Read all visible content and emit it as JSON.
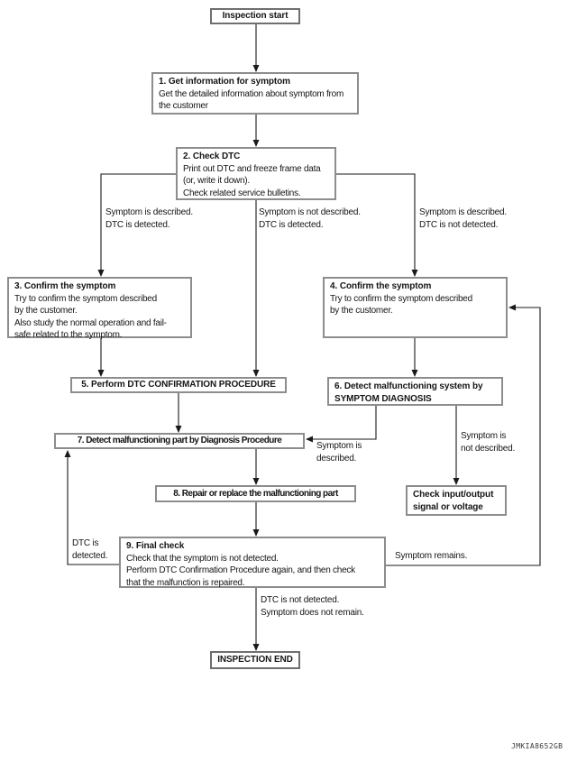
{
  "diagram": {
    "watermark": "JMKIA8652GB",
    "nodes": {
      "start": {
        "label": "Inspection start"
      },
      "step1": {
        "title": "1. Get information for symptom",
        "lines": [
          "Get the detailed information about symptom from",
          "the customer"
        ]
      },
      "step2": {
        "title": "2. Check DTC",
        "lines": [
          "Print out DTC and freeze frame data",
          "(or, write it down).",
          "Check related service bulletins."
        ]
      },
      "step3": {
        "title": "3. Confirm the symptom",
        "lines": [
          "Try to confirm the symptom described",
          "by the customer.",
          "Also study the normal operation and fail-",
          "safe related to the symptom."
        ]
      },
      "step4": {
        "title": "4. Confirm the symptom",
        "lines": [
          "Try to confirm the symptom described",
          "by the customer."
        ]
      },
      "step5": {
        "title": "5. Perform DTC CONFIRMATION PROCEDURE"
      },
      "step6": {
        "title_lines": [
          "6. Detect malfunctioning system by",
          "SYMPTOM DIAGNOSIS"
        ]
      },
      "step7": {
        "title": "7. Detect malfunctioning part by Diagnosis Procedure"
      },
      "step8": {
        "title": "8. Repair or replace the malfunctioning part"
      },
      "step9": {
        "title": "9. Final check",
        "lines": [
          "Check that the symptom is not detected.",
          "Perform DTC Confirmation Procedure again, and then check",
          "that the malfunction is repaired."
        ]
      },
      "check_io": {
        "title_lines": [
          "Check input/output",
          "signal or voltage"
        ]
      },
      "end": {
        "label": "INSPECTION END"
      }
    },
    "labels": {
      "branch_left": [
        "Symptom is described.",
        "DTC is detected."
      ],
      "branch_mid": [
        "Symptom is not described.",
        "DTC is detected."
      ],
      "branch_right": [
        "Symptom is described.",
        "DTC is not detected."
      ],
      "to_step7": [
        "Symptom is",
        "described."
      ],
      "to_check_io": [
        "Symptom is",
        "not described."
      ],
      "dtc_detected_loop": [
        "DTC is",
        "detected."
      ],
      "symptom_remains_loop": "Symptom remains.",
      "to_end": [
        "DTC is not detected.",
        "Symptom does not remain."
      ]
    }
  }
}
